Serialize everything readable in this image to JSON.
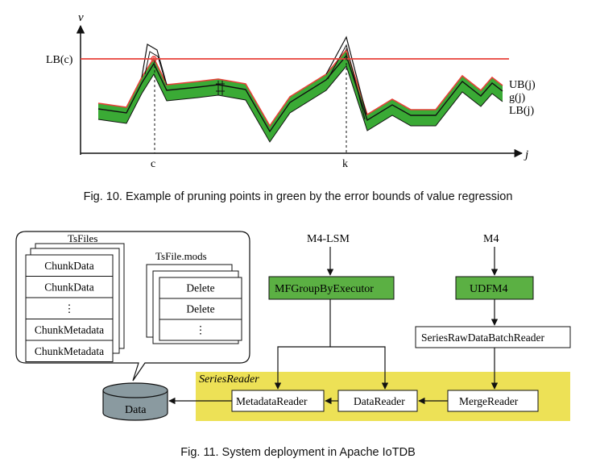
{
  "figure10": {
    "caption": "Fig. 10.  Example of pruning points in green by the error bounds of value regression",
    "axis_y_label": "v",
    "axis_x_label": "j",
    "threshold_label": "LB(c)",
    "tick_c": "c",
    "tick_k": "k",
    "curve_labels": {
      "ub": "UB(j)",
      "g": "g(j)",
      "lb": "LB(j)"
    },
    "colors": {
      "threshold": "#e8413a",
      "band": "#3aaa35",
      "upper": "#e8413a",
      "curve": "#111111"
    }
  },
  "figure11": {
    "caption": "Fig. 11.  System deployment in Apache IoTDB",
    "tsfiles_title": "TsFiles",
    "tsfiles_rows": [
      "ChunkData",
      "ChunkData",
      "⋮",
      "ChunkMetadata",
      "ChunkMetadata"
    ],
    "mods_title": "TsFile.mods",
    "mods_rows": [
      "Delete",
      "Delete",
      "⋮"
    ],
    "data_label": "Data",
    "m4lsm_label": "M4-LSM",
    "m4_label": "M4",
    "mfgroup_label": "MFGroupByExecutor",
    "udfm4_label": "UDFM4",
    "seriesraw_label": "SeriesRawDataBatchReader",
    "seriesreader_label": "SeriesReader",
    "metadata_reader_label": "MetadataReader",
    "data_reader_label": "DataReader",
    "merge_reader_label": "MergeReader",
    "colors": {
      "green_box": "#5bb043",
      "yellow_band": "#ede156",
      "cylinder": "#8a9aa0"
    }
  }
}
